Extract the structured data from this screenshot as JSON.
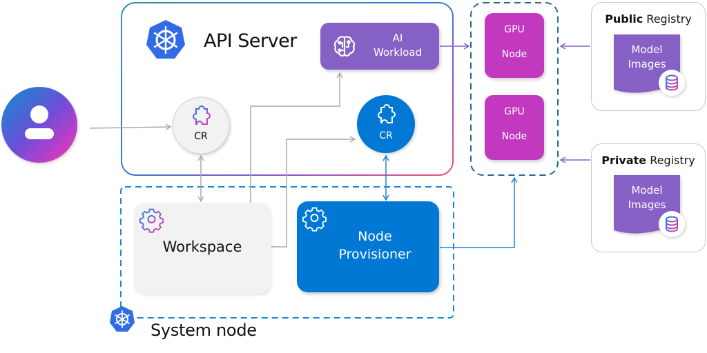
{
  "api_server": {
    "title": "API Server"
  },
  "system_node": {
    "title": "System node"
  },
  "ai_workload": {
    "line1": "AI",
    "line2": "Workload",
    "icon": "brain-circuit-icon"
  },
  "cr_user": {
    "label": "CR",
    "icon": "puzzle-piece-icon"
  },
  "cr_provisioner": {
    "label": "CR",
    "icon": "puzzle-piece-icon"
  },
  "workspace": {
    "label": "Workspace",
    "icon": "gear-icon"
  },
  "node_provisioner": {
    "line1": "Node",
    "line2": "Provisioner",
    "icon": "gear-icon"
  },
  "gpu_nodes": [
    {
      "line1": "GPU",
      "line2": "Node"
    },
    {
      "line1": "GPU",
      "line2": "Node"
    }
  ],
  "registries": [
    {
      "bold": "Public",
      "rest": " Registry",
      "doc_line1": "Model",
      "doc_line2": "Images",
      "icon": "database-icon"
    },
    {
      "bold": "Private",
      "rest": " Registry",
      "doc_line1": "Model",
      "doc_line2": "Images",
      "icon": "database-icon"
    }
  ],
  "user": {
    "icon": "user-icon"
  },
  "colors": {
    "ai_workload": "#8661c5",
    "gpu_node": "#c239c0",
    "node_provisioner": "#0078d4",
    "kubernetes": "#326ce5",
    "workspace_bg": "#f2f2f2",
    "gpu_group_border": "#1f6a8a",
    "system_node_border": "#1a86d8"
  }
}
